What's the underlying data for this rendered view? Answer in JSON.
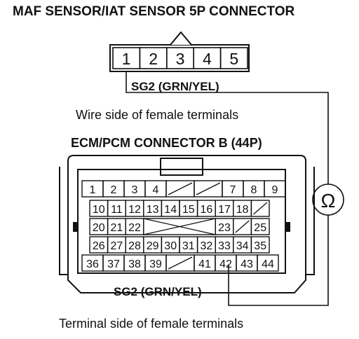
{
  "maf": {
    "title": "MAF SENSOR/IAT SENSOR 5P CONNECTOR",
    "terminals": [
      "1",
      "2",
      "3",
      "4",
      "5"
    ],
    "wire_label": "SG2 (GRN/YEL)",
    "caption": "Wire side of female terminals"
  },
  "ecm": {
    "title": "ECM/PCM CONNECTOR B (44P)",
    "rows": [
      [
        "1",
        "2",
        "3",
        "4",
        "",
        "",
        "7",
        "8",
        "9"
      ],
      [
        "10",
        "11",
        "12",
        "13",
        "14",
        "15",
        "16",
        "17",
        "18",
        ""
      ],
      [
        "20",
        "21",
        "22",
        "",
        "",
        "",
        "",
        "23",
        "",
        "25"
      ],
      [
        "26",
        "27",
        "28",
        "29",
        "30",
        "31",
        "32",
        "33",
        "34",
        "35"
      ],
      [
        "36",
        "37",
        "38",
        "39",
        "",
        "41",
        "42",
        "43",
        "44"
      ]
    ],
    "wire_label": "SG2 (GRN/YEL)",
    "caption": "Terminal side of female terminals"
  },
  "meter": {
    "symbol": "Ω"
  },
  "colors": {
    "ink": "#111111",
    "background": "#ffffff"
  }
}
